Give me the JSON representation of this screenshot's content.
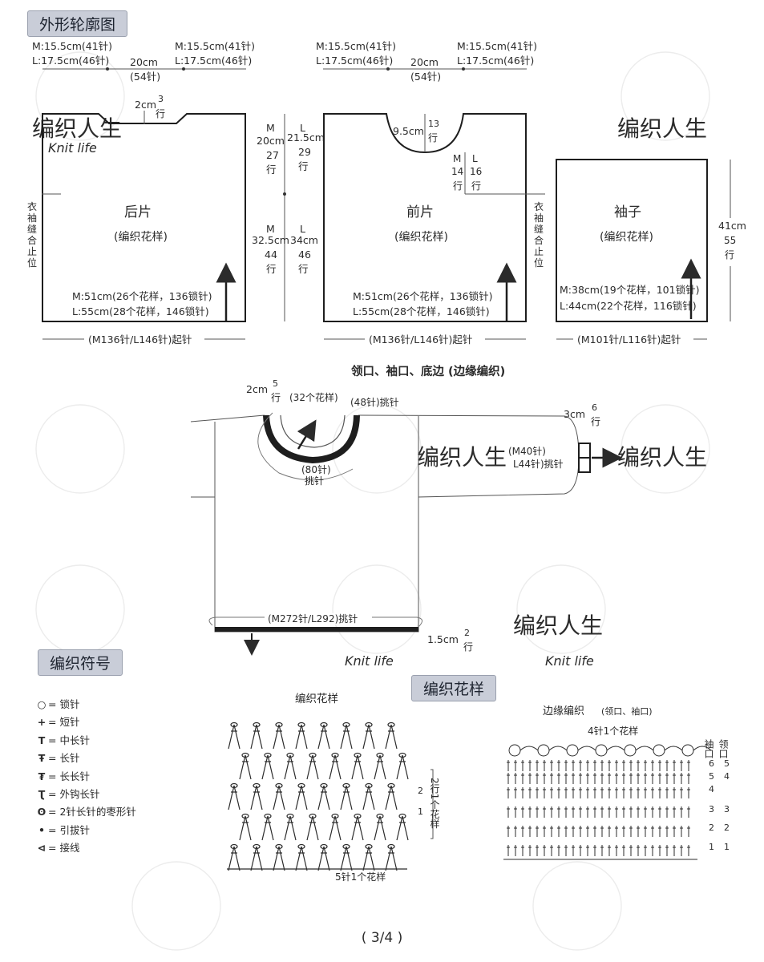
{
  "sections": {
    "outline_title": "外形轮廓图",
    "symbols_title": "编织符号",
    "pattern_title": "编织花样"
  },
  "outline": {
    "top": {
      "shoulder_m": "M:15.5cm(41针)",
      "shoulder_l": "L:17.5cm(46针)",
      "neck_width": "20cm",
      "neck_stitches": "(54针)"
    },
    "back": {
      "title": "后片",
      "subtitle": "(编织花样)",
      "neck_depth": "2cm",
      "neck_rows": "3",
      "rows_unit": "行",
      "sleeve_mark": [
        "衣",
        "袖",
        "缝",
        "合",
        "止",
        "位"
      ],
      "width_m": "M:51cm(26个花样，136锁针)",
      "width_l": "L:55cm(28个花样，146锁针)",
      "cast_on": "(M136针/L146针)起针"
    },
    "armhole": {
      "m_label": "M",
      "l_label": "L",
      "m_upper_cm": "20cm",
      "l_upper_cm": "21.5cm",
      "m_upper_rows": "27",
      "l_upper_rows": "29",
      "m_lower_cm": "32.5cm",
      "l_lower_cm": "34cm",
      "m_lower_rows": "44",
      "l_lower_rows": "46"
    },
    "front": {
      "title": "前片",
      "subtitle": "(编织花样)",
      "neck_depth": "9.5cm",
      "neck_rows": "13",
      "m_rows": "14",
      "l_rows": "16",
      "width_m": "M:51cm(26个花样，136锁针)",
      "width_l": "L:55cm(28个花样，146锁针)",
      "cast_on": "(M136针/L146针)起针"
    },
    "sleeve": {
      "title": "袖子",
      "subtitle": "(编织花样)",
      "height_cm": "41cm",
      "height_rows": "55",
      "width_m": "M:38cm(19个花样，101锁针)",
      "width_l": "L:44cm(22个花样，116锁针)",
      "cast_on": "(M101针/L116针)起针"
    }
  },
  "edging": {
    "title": "领口、袖口、底边 (边缘编织)",
    "neck_cm": "2cm",
    "neck_rows": "5",
    "neck_patterns": "(32个花样)",
    "neck_pick_right": "(48针)挑针",
    "neck_pick_bottom": "(80针)",
    "neck_pick_word": "挑针",
    "cuff_cm": "3cm",
    "cuff_rows": "6",
    "cuff_m": "(M40针)",
    "cuff_l": "L44针)挑针",
    "hem_pick": "(M272针/L292)挑针",
    "hem_cm": "1.5cm",
    "hem_rows": "2"
  },
  "legend": [
    {
      "sym": "○",
      "label": "= 锁针"
    },
    {
      "sym": "+",
      "label": "= 短针"
    },
    {
      "sym": "T",
      "label": "= 中长针"
    },
    {
      "sym": "Ŧ",
      "label": "= 长针"
    },
    {
      "sym": "₮",
      "label": "= 长长针"
    },
    {
      "sym": "Ʈ",
      "label": "= 外钩长针"
    },
    {
      "sym": "ʘ",
      "label": "= 2针长针的枣形针"
    },
    {
      "sym": "•",
      "label": "= 引拔针"
    },
    {
      "sym": "⊲",
      "label": "= 接线"
    }
  ],
  "main_pattern": {
    "title": "编织花样",
    "repeat_rows": "2行1个花样",
    "repeat_stitches": "5针1个花样",
    "row_1": "1",
    "row_2": "2"
  },
  "edge_pattern": {
    "title": "边缘编织",
    "title_note": "(领口、袖口)",
    "repeat": "4针1个花样",
    "col_sleeve": "袖口",
    "col_neck": "领口",
    "rows_left": [
      "6",
      "5",
      "4",
      "3",
      "2",
      "1"
    ],
    "rows_right": [
      "5",
      "4",
      "3",
      "2",
      "1"
    ]
  },
  "page_number": "( 3/4 )",
  "watermark": {
    "brand": "编织人生",
    "brand_en": "Knit life"
  }
}
